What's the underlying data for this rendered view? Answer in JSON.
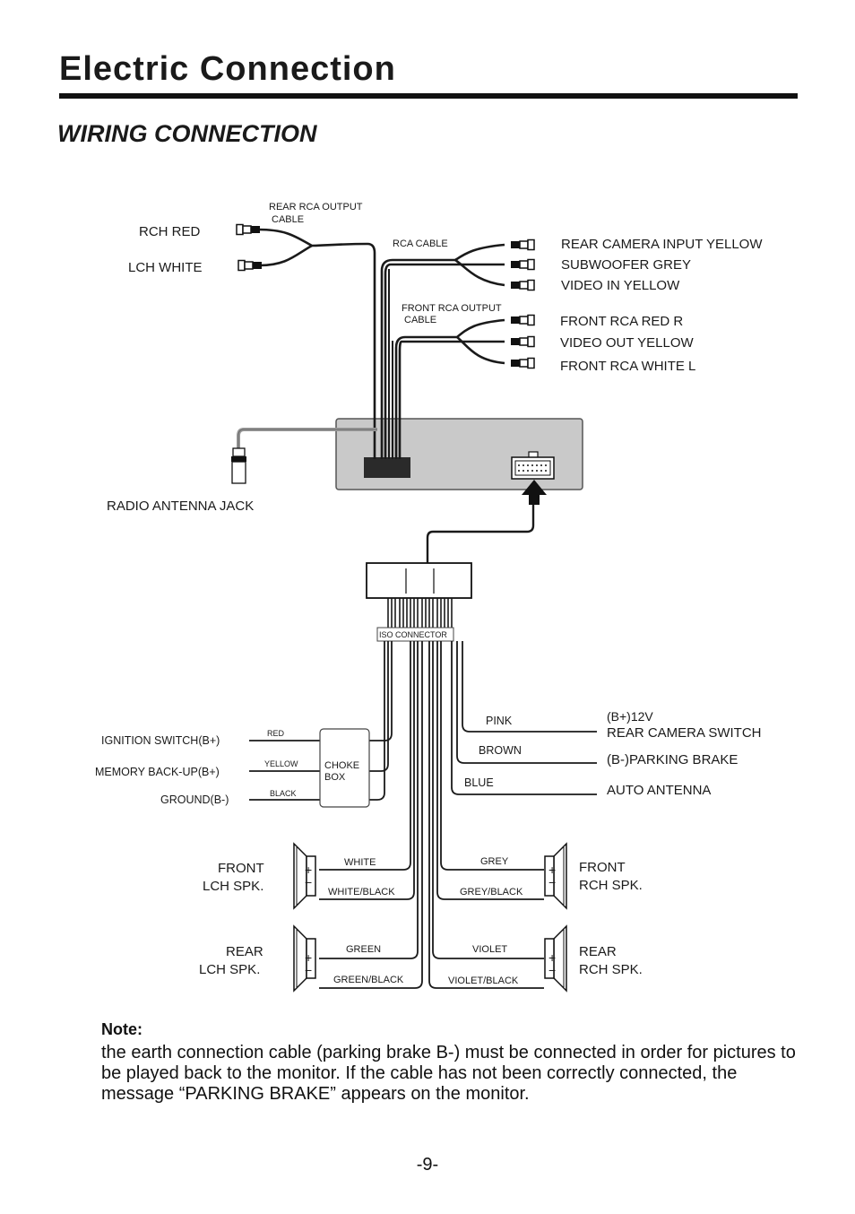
{
  "header": {
    "title": "Electric Connection",
    "section_title": "WIRING CONNECTION"
  },
  "rca": {
    "rear_output_label_1": "REAR RCA OUTPUT",
    "rear_output_label_2": "CABLE",
    "rch_red": "RCH  RED",
    "lch_white": "LCH WHITE",
    "rca_cable": "RCA  CABLE",
    "rear_camera_input": "REAR CAMERA INPUT  YELLOW",
    "subwoofer": "SUBWOOFER  GREY",
    "video_in": "VIDEO IN YELLOW",
    "front_output_label_1": "FRONT RCA OUTPUT",
    "front_output_label_2": "CABLE",
    "front_rca_red": "FRONT RCA RED   R",
    "video_out": "VIDEO  OUT  YELLOW",
    "front_rca_white": "FRONT RCA  WHITE  L"
  },
  "antenna": {
    "label": "RADIO ANTENNA JACK"
  },
  "iso": {
    "label": "ISO CONNECTOR"
  },
  "power": {
    "ignition_label": "IGNITION SWITCH(B+)",
    "ignition_color": "RED",
    "memory_label": "MEMORY BACK-UP(B+)",
    "memory_color": "YELLOW",
    "ground_label": "GROUND(B-)",
    "ground_color": "BLACK",
    "choke_line1": "CHOKE",
    "choke_line2": "BOX"
  },
  "control": {
    "pink": "PINK",
    "b12v": "(B+)12V",
    "rear_camera_switch": "REAR CAMERA SWITCH",
    "brown": "BROWN",
    "parking_brake": "(B-)PARKING BRAKE",
    "blue": "BLUE",
    "auto_antenna": "AUTO ANTENNA"
  },
  "speakers": {
    "front_lch_1": "FRONT",
    "front_lch_2": "LCH SPK.",
    "front_rch_1": "FRONT",
    "front_rch_2": "RCH SPK.",
    "rear_lch_1": "REAR",
    "rear_lch_2": "LCH SPK.",
    "rear_rch_1": "REAR",
    "rear_rch_2": "RCH SPK.",
    "white": "WHITE",
    "white_black": "WHITE/BLACK",
    "grey": "GREY",
    "grey_black": "GREY/BLACK",
    "green": "GREEN",
    "green_black": "GREEN/BLACK",
    "violet": "VIOLET",
    "violet_black": "VIOLET/BLACK",
    "plus": "+",
    "minus": "−"
  },
  "note": {
    "title": "Note:",
    "body": "the earth connection cable (parking brake B-) must be connected in order for pictures to be played back to the monitor. If the cable has not been correctly connected, the message “PARKING BRAKE” appears on the monitor."
  },
  "footer": {
    "page_number": "-9-"
  },
  "colors": {
    "wire": "#1a1a1a",
    "unit_body": "#c9c9c9",
    "connector": "#2a2a2a"
  }
}
